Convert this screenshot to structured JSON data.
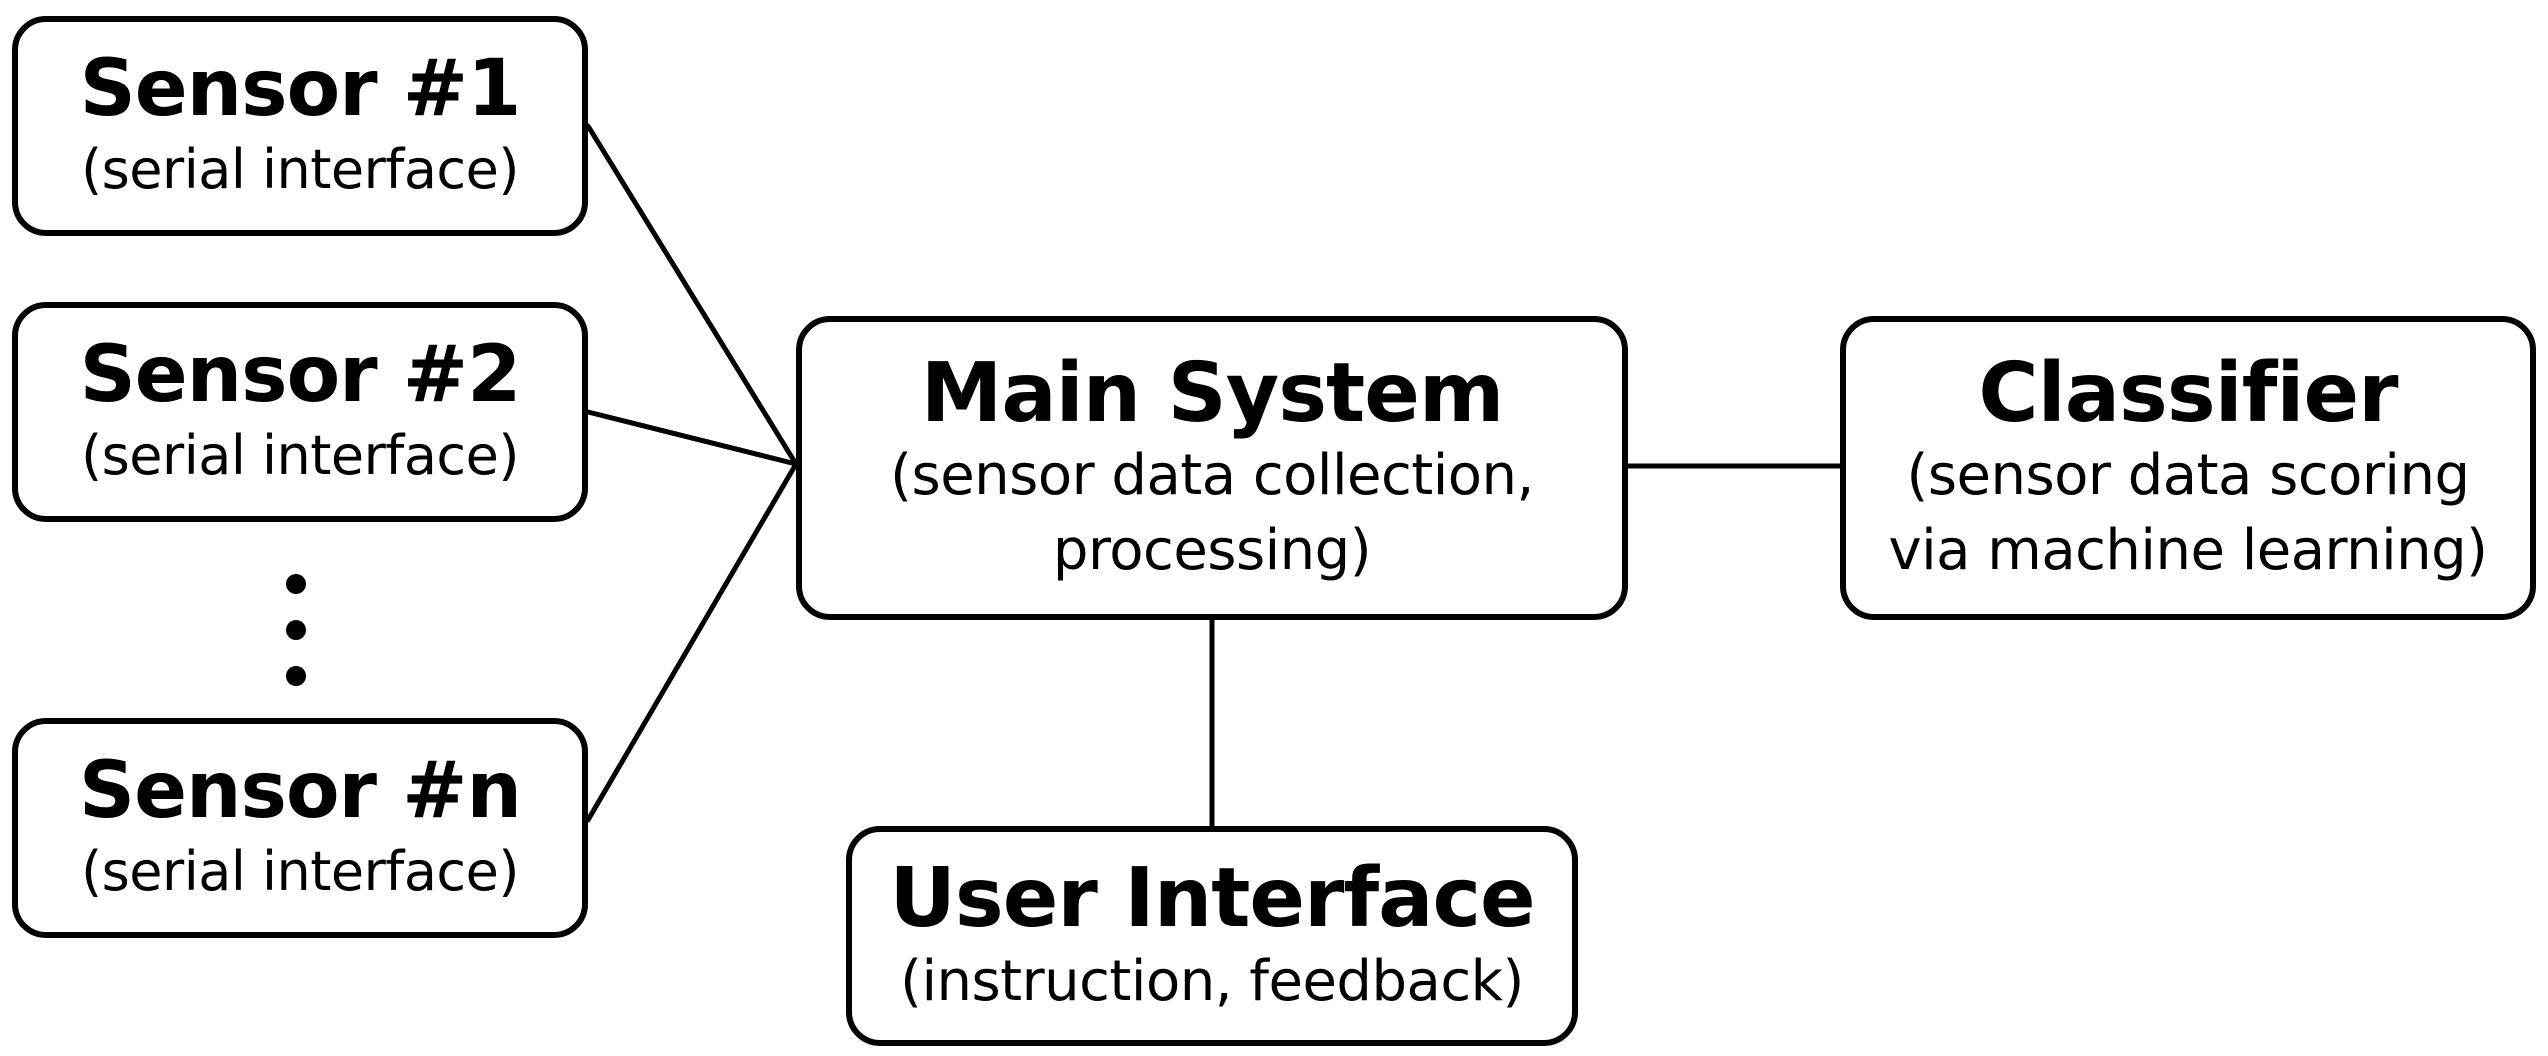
{
  "diagram": {
    "sensors": [
      {
        "title": "Sensor #1",
        "subtitle": "(serial interface)"
      },
      {
        "title": "Sensor #2",
        "subtitle": "(serial interface)"
      },
      {
        "title": "Sensor #n",
        "subtitle": "(serial interface)"
      }
    ],
    "main_system": {
      "title": "Main System",
      "subtitle_line1": "(sensor data collection,",
      "subtitle_line2": "processing)"
    },
    "classifier": {
      "title": "Classifier",
      "subtitle_line1": "(sensor data scoring",
      "subtitle_line2": "via machine learning)"
    },
    "user_interface": {
      "title": "User Interface",
      "subtitle": "(instruction, feedback)"
    },
    "ellipsis": "vertical-ellipsis",
    "colors": {
      "stroke": "#000000",
      "background": "#ffffff"
    }
  }
}
